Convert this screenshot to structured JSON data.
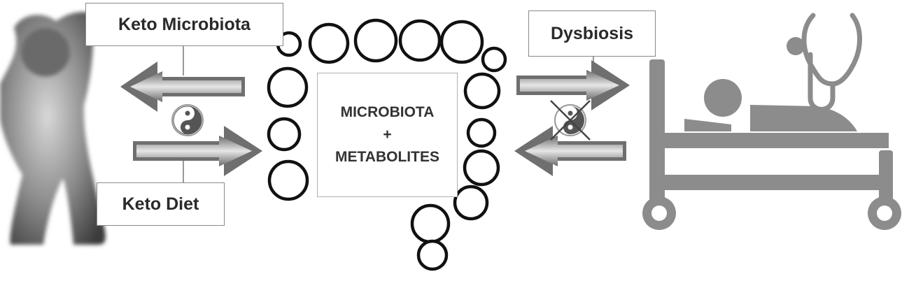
{
  "labels": {
    "keto_microbiota": "Keto Microbiota",
    "keto_diet": "Keto Diet",
    "dysbiosis": "Dysbiosis"
  },
  "center": {
    "line1": "MICROBIOTA",
    "line2": "+",
    "line3": "METABOLITES"
  },
  "icons": {
    "person": "exercising-person-icon",
    "balance": "yin-yang-icon",
    "imbalance": "crossed-yin-yang-icon",
    "gut": "intestine-icon",
    "patient": "hospital-bed-patient-icon",
    "stethoscope": "stethoscope-icon"
  },
  "colors": {
    "ink": "#222222",
    "arrow_fill": "#7a7a7a",
    "arrow_core": "#d8d8d8",
    "bed": "#8c8c8c",
    "background": "#ffffff"
  }
}
